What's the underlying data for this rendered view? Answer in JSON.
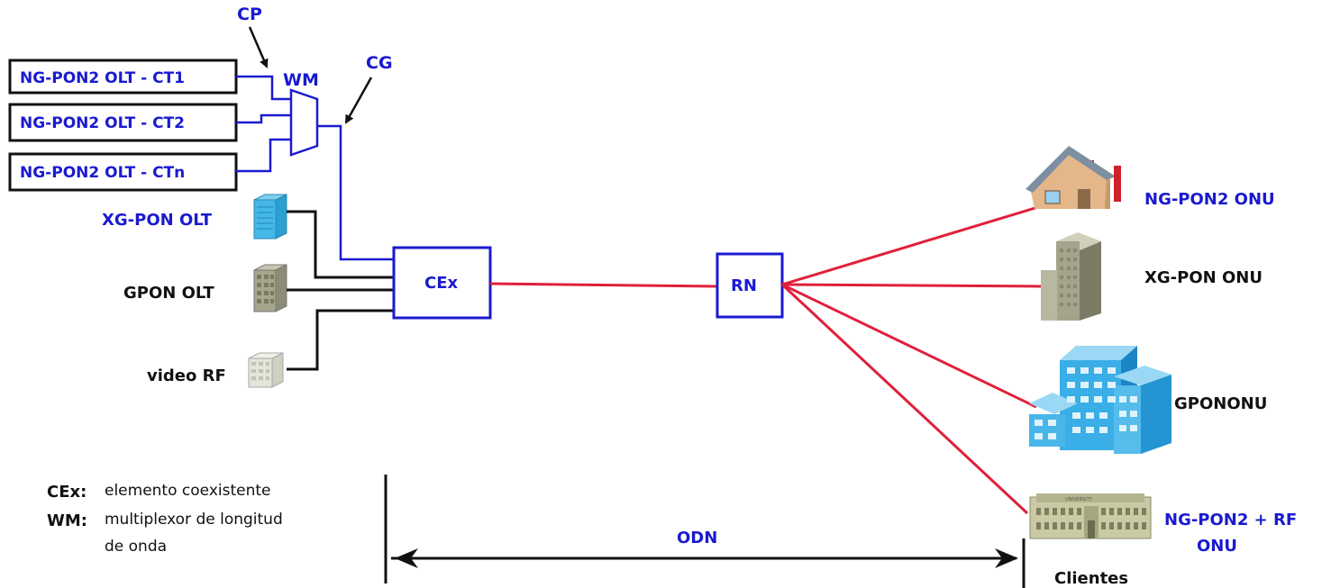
{
  "olts": {
    "ct1": "NG-PON2 OLT  - CT1",
    "ct2": "NG-PON2 OLT  - CT2",
    "ctn": "NG-PON2 OLT  - CTn",
    "xgpon": "XG-PON OLT",
    "gpon": "GPON OLT",
    "video": "video RF"
  },
  "components": {
    "cp": "CP",
    "wm": "WM",
    "cg": "CG",
    "cex": "CEx",
    "rn": "RN",
    "odn": "ODN"
  },
  "onus": {
    "ngpon2": "NG-PON2 ONU",
    "xgpon": "XG-PON ONU",
    "gpon": "GPONONU",
    "ngpon2_rf_line1": "NG-PON2 + RF",
    "ngpon2_rf_line2": "ONU",
    "clientes": "Clientes"
  },
  "legend": {
    "cex_key": "CEx:",
    "cex_text": "elemento coexistente",
    "wm_key": "WM:",
    "wm_text_line1": "multiplexor de longitud",
    "wm_text_line2": "de onda"
  },
  "colors": {
    "blue": "#1a1ad0",
    "red": "#e0203a",
    "black": "#111111"
  }
}
